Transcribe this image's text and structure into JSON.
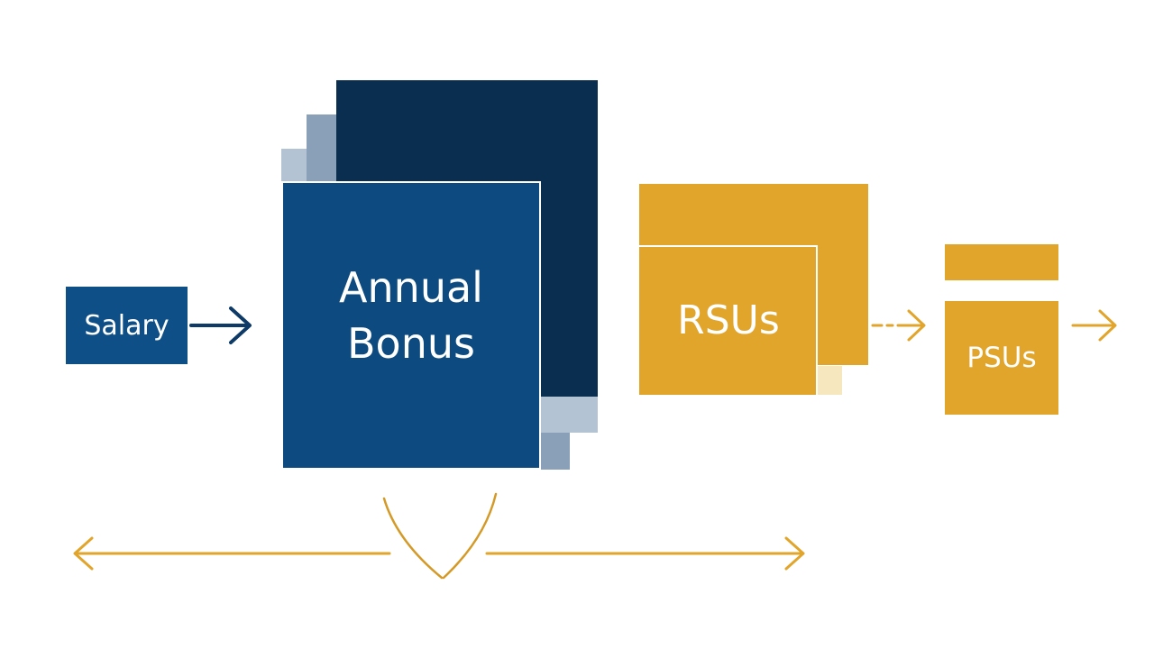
{
  "diagram": {
    "salary": {
      "label": "Salary"
    },
    "annual_bonus": {
      "label": "Annual\nBonus"
    },
    "rsus": {
      "label": "RSUs"
    },
    "psus": {
      "label": "PSUs"
    }
  },
  "colors": {
    "navy_dark": "#0a2e50",
    "navy": "#0d4a7f",
    "salary_blue": "#0d4f86",
    "slate_light": "#b4c3d4",
    "slate_mid": "#8aa0b8",
    "gold": "#e2a52c",
    "gold_light": "#f6e7bf"
  }
}
